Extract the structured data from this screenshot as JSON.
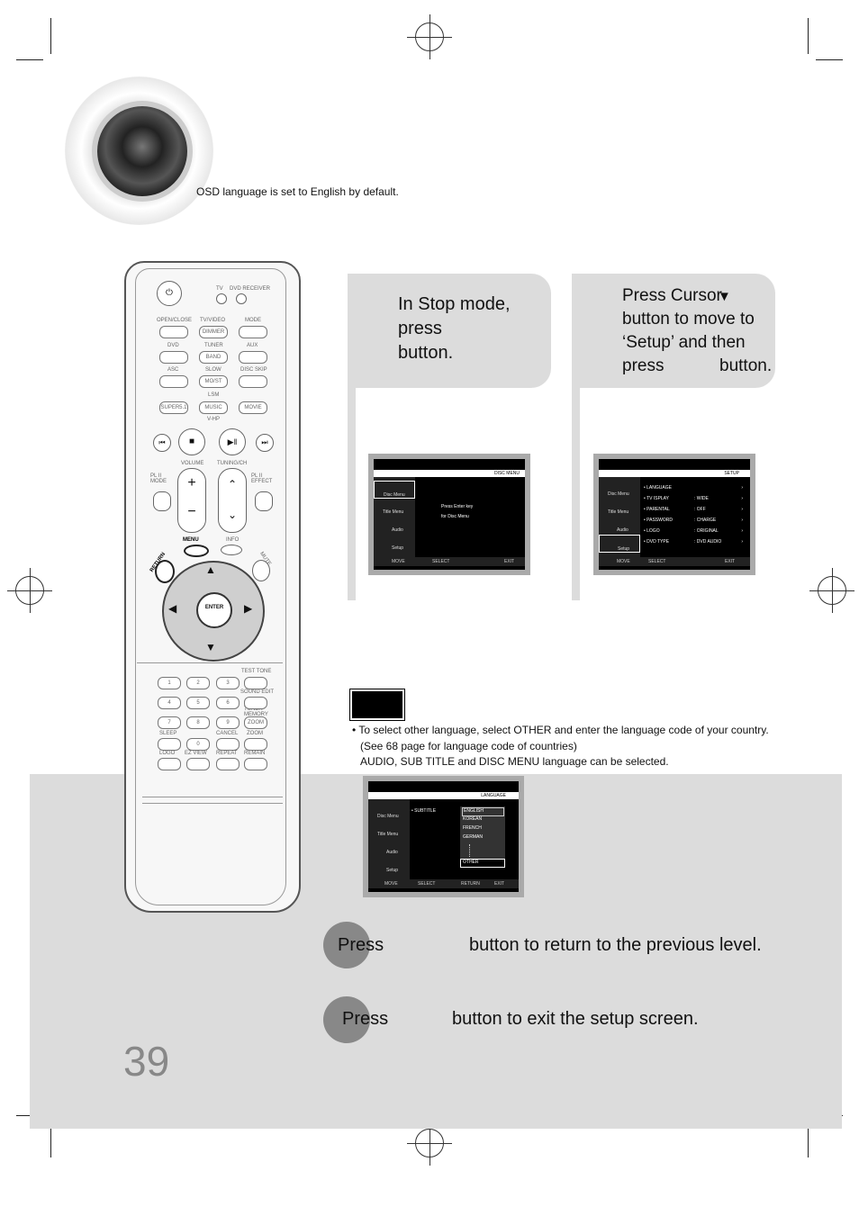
{
  "top_note": "OSD language is set to English by default.",
  "step1": {
    "line1": "In Stop mode,",
    "line2": "press",
    "line3": "button."
  },
  "step2": {
    "line1": "Press Cursor",
    "line2": "button to move to",
    "line3": "‘Setup’ and then",
    "line4a": "press",
    "line4b": "button."
  },
  "screen1": {
    "header_right": "DISC MENU",
    "menu": [
      "Disc Menu",
      "Title Menu",
      "Audio",
      "Setup"
    ],
    "body_line1": "Press Enter key",
    "body_line2": "for Disc Menu",
    "footer": [
      "MOVE",
      "SELECT",
      "EXIT"
    ]
  },
  "screen2": {
    "header_right": "SETUP",
    "menu": [
      "Disc Menu",
      "Title Menu",
      "Audio",
      "Setup"
    ],
    "rows": [
      {
        "label": "LANGUAGE",
        "value": ""
      },
      {
        "label": "TV ISPLAY",
        "value": "WIDE"
      },
      {
        "label": "PARENTAL",
        "value": "OFF"
      },
      {
        "label": "PASSWORD",
        "value": "CHARGE"
      },
      {
        "label": "LOGO",
        "value": "ORIGINAL"
      },
      {
        "label": "DVD TYPE",
        "value": "DVD AUDIO"
      }
    ],
    "footer": [
      "MOVE",
      "SELECT",
      "EXIT"
    ]
  },
  "screen3": {
    "header_right": "LANGUAGE",
    "menu": [
      "Disc Menu",
      "Title Menu",
      "Audio",
      "Setup"
    ],
    "row_label": "SUBTITLE",
    "options": [
      "ENGLISH",
      "KOREAN",
      "FRENCH",
      "GERMAN",
      "OTHER"
    ],
    "footer": [
      "MOVE",
      "SELECT",
      "RETURN",
      "EXIT"
    ]
  },
  "note": {
    "line1": "• To select other language, select OTHER and enter the language code of your country.",
    "line2": "(See 68 page for language code of countries)",
    "line3": "AUDIO, SUB TITLE and DISC MENU language can be selected."
  },
  "press_return": {
    "press": "Press",
    "rest": "button to return to the previous level."
  },
  "press_exit": {
    "press": "Press",
    "rest": "button to exit the setup screen."
  },
  "page_number": "39",
  "remote": {
    "top_labels": [
      "TV",
      "DVD RECEIVER"
    ],
    "row_labels": [
      "OPEN/CLOSE",
      "TV/VIDEO",
      "MODE",
      "DVD",
      "TUNER",
      "AUX",
      "ASC",
      "SLOW",
      "DISC SKIP",
      "LSM",
      "V-HP",
      "VOLUME",
      "TUNING/CH",
      "PL II MODE",
      "PL II EFFECT",
      "MENU",
      "RETURN",
      "INFO",
      "MUTE",
      "ENTER",
      "TEST TONE",
      "SOUND EDIT",
      "TUNER MEMORY",
      "SLEEP",
      "CANCEL",
      "ZOOM",
      "LOGO",
      "EZ VIEW",
      "REPEAT",
      "REMAIN"
    ],
    "button_labels": [
      "DIMMER",
      "BAND",
      "MO/ST",
      "SUPER5.1",
      "MUSIC",
      "MOVIE",
      "1",
      "2",
      "3",
      "4",
      "5",
      "6",
      "7",
      "8",
      "9",
      "0",
      "ZOOM"
    ]
  }
}
